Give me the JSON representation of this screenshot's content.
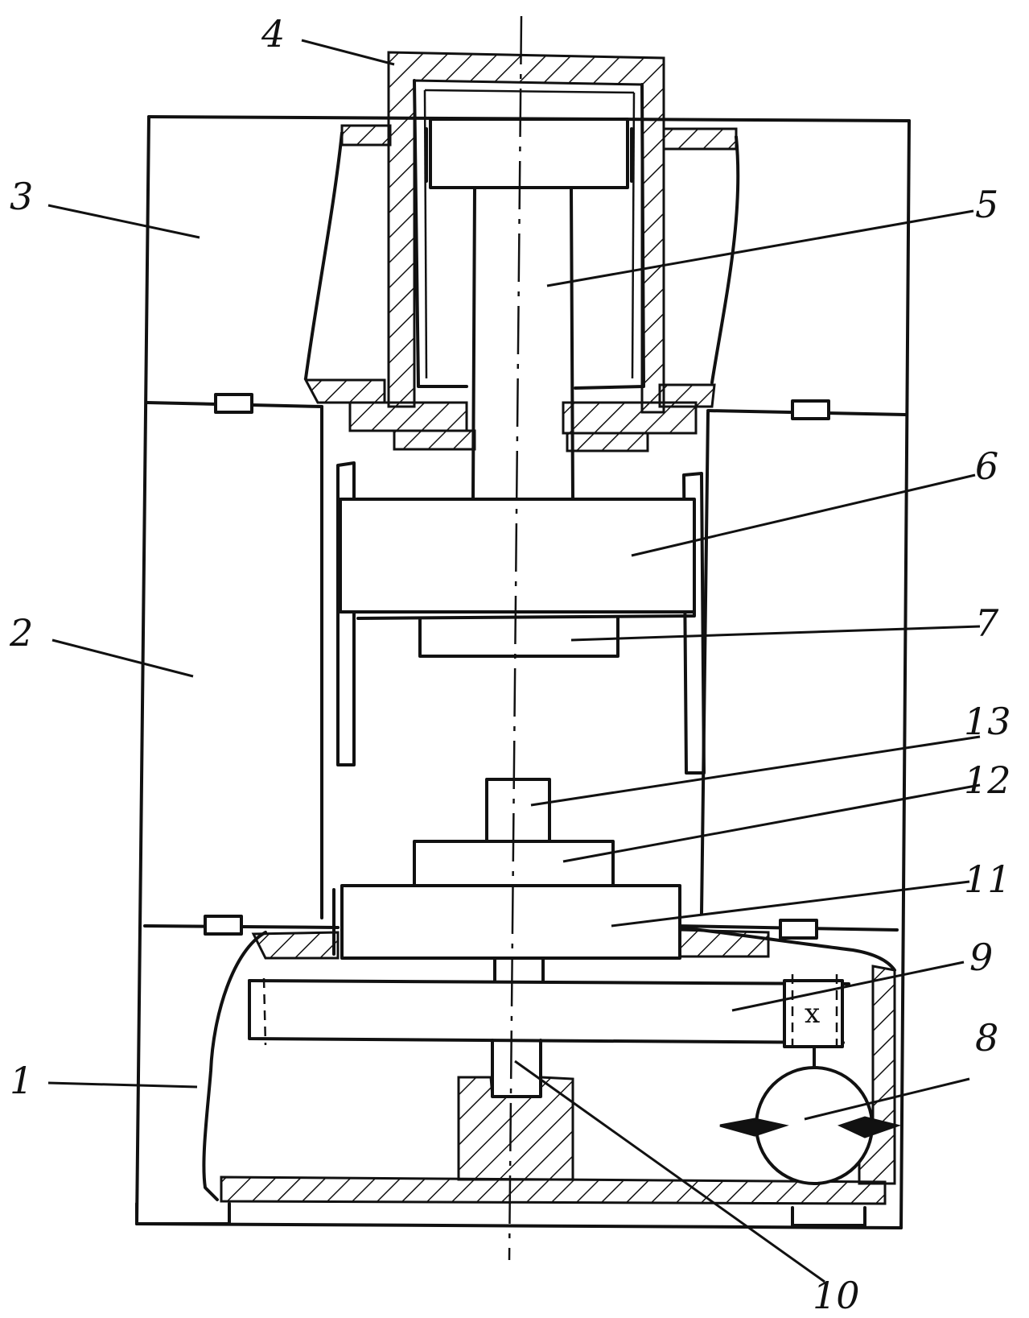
{
  "labels": {
    "l1": "1",
    "l2": "2",
    "l3": "3",
    "l4": "4",
    "l5": "5",
    "l6": "6",
    "l7": "7",
    "l8": "8",
    "l9": "9",
    "l10": "10",
    "l11": "11",
    "l12": "12",
    "l13": "13",
    "x_mark": "x"
  },
  "colors": {
    "ink": "#111111",
    "paper": "#ffffff"
  }
}
